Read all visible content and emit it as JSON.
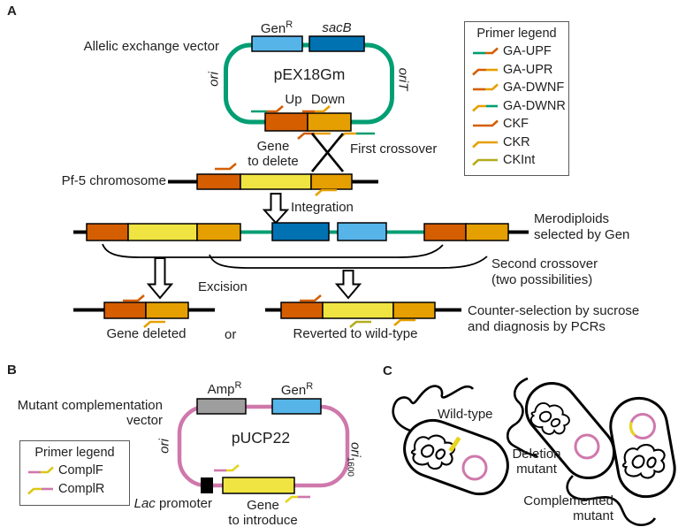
{
  "palette": {
    "green": "#009E73",
    "skyblue": "#56B4E9",
    "blue": "#0072B2",
    "vermillion": "#D55E00",
    "amber": "#E69F00",
    "yellow": "#F0E442",
    "olive": "#B3AC1D",
    "pink": "#CF78AC",
    "gray": "#9E9E9E",
    "bright_yellow": "#E6D41F",
    "black": "#000000"
  },
  "panelA": {
    "label": "A",
    "vector_label": "Allelic exchange vector",
    "plasmid": {
      "name": "pEX18Gm",
      "gen_base": "Gen",
      "gen_sup": "R",
      "sacB": "sacB",
      "ori": "ori",
      "oriT": "oriT",
      "up": "Up",
      "down": "Down"
    },
    "first_crossover": "First crossover",
    "gene_to_delete_line1": "Gene",
    "gene_to_delete_line2": "to delete",
    "chromosome_label": "Pf-5 chromosome",
    "integration": "Integration",
    "merodiploids_line1": "Merodiploids",
    "merodiploids_line2": "selected by Gen",
    "second_crossover_line1": "Second crossover",
    "second_crossover_line2": "(two possibilities)",
    "excision": "Excision",
    "gene_deleted": "Gene deleted",
    "or_text": "or",
    "reverted": "Reverted to wild-type",
    "counter_line1": "Counter-selection by sucrose",
    "counter_line2": "and diagnosis by PCRs",
    "legend": {
      "title": "Primer legend",
      "items": [
        {
          "label": "GA-UPF",
          "tail": "#009E73",
          "head": "#D55E00",
          "dir": "right"
        },
        {
          "label": "GA-UPR",
          "tail": "#E69F00",
          "head": "#D55E00",
          "dir": "left"
        },
        {
          "label": "GA-DWNF",
          "tail": "#D55E00",
          "head": "#E69F00",
          "dir": "right"
        },
        {
          "label": "GA-DWNR",
          "tail": "#009E73",
          "head": "#E69F00",
          "dir": "left"
        },
        {
          "label": "CKF",
          "tail": "#D55E00",
          "head": "#D55E00",
          "dir": "right"
        },
        {
          "label": "CKR",
          "tail": "#E69F00",
          "head": "#E69F00",
          "dir": "left"
        },
        {
          "label": "CKInt",
          "tail": "#B3AC1D",
          "head": "#B3AC1D",
          "dir": "left"
        }
      ]
    }
  },
  "panelB": {
    "label": "B",
    "title_line1": "Mutant complementation",
    "title_line2": "vector",
    "legend": {
      "title": "Primer legend",
      "items": [
        {
          "label": "ComplF",
          "tail": "#CF78AC",
          "head": "#D9C81A",
          "dir": "right"
        },
        {
          "label": "ComplR",
          "tail": "#CF78AC",
          "head": "#D9C81A",
          "dir": "left"
        }
      ]
    },
    "plasmid": {
      "name": "pUCP22",
      "amp_base": "Amp",
      "amp_sup": "R",
      "gen_base": "Gen",
      "gen_sup": "R",
      "ori": "ori",
      "ori1600_base": "ori",
      "ori1600_sub": "1600",
      "lac": "Lac",
      "promoter": " promoter",
      "gene_line1": "Gene",
      "gene_line2": "to introduce"
    }
  },
  "panelC": {
    "label": "C",
    "wild_type": "Wild-type",
    "deletion_line1": "Deletion",
    "deletion_line2": "mutant",
    "complemented_line1": "Complemented",
    "complemented_line2": "mutant"
  }
}
